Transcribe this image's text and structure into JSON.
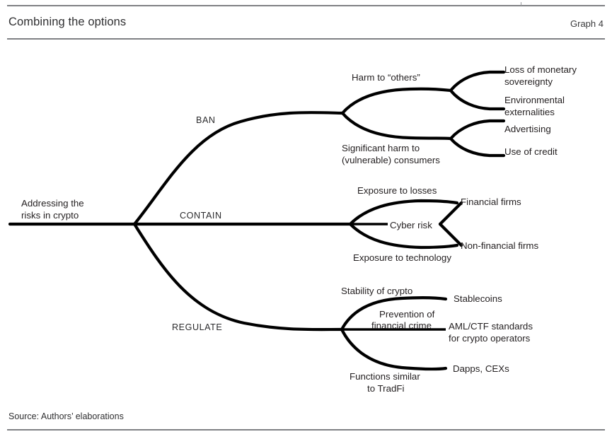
{
  "header": {
    "title": "Combining the options",
    "graph_label": "Graph 4"
  },
  "footer": {
    "source": "Source: Authors’ elaborations"
  },
  "chart_data": {
    "type": "tree",
    "title": "Combining the options",
    "root": "Addressing the risks in crypto",
    "root_lines": [
      "Addressing the",
      "risks in crypto"
    ],
    "branches": [
      {
        "id": "ban",
        "label": "BAN",
        "children": [
          {
            "label": "Harm to “others”",
            "lines": [
              "Harm to “others”"
            ],
            "leaves": [
              {
                "label": "Loss of monetary sovereignty",
                "lines": [
                  "Loss of monetary",
                  "sovereignty"
                ]
              },
              {
                "label": "Environmental externalities",
                "lines": [
                  "Environmental",
                  "externalities"
                ]
              }
            ]
          },
          {
            "label": "Significant harm to (vulnerable) consumers",
            "lines": [
              "Significant harm to",
              "(vulnerable) consumers"
            ],
            "leaves": [
              {
                "label": "Advertising",
                "lines": [
                  "Advertising"
                ]
              },
              {
                "label": "Use of credit",
                "lines": [
                  "Use of credit"
                ]
              }
            ]
          }
        ]
      },
      {
        "id": "contain",
        "label": "CONTAIN",
        "children": [
          {
            "label": "Exposure to losses",
            "lines": [
              "Exposure to losses"
            ],
            "leaves": []
          },
          {
            "label": "Cyber risk",
            "lines": [
              "Cyber risk"
            ],
            "leaves": [
              {
                "label": "Financial firms",
                "lines": [
                  "Financial firms"
                ]
              },
              {
                "label": "Non-financial firms",
                "lines": [
                  "Non-financial firms"
                ]
              }
            ]
          },
          {
            "label": "Exposure to technology",
            "lines": [
              "Exposure to technology"
            ],
            "leaves": []
          }
        ]
      },
      {
        "id": "regulate",
        "label": "REGULATE",
        "children": [
          {
            "label": "Stability of crypto",
            "lines": [
              "Stability of crypto"
            ],
            "leaves": [
              {
                "label": "Stablecoins",
                "lines": [
                  "Stablecoins"
                ]
              }
            ]
          },
          {
            "label": "Prevention of financial crime",
            "lines": [
              "Prevention of",
              "financial crime"
            ],
            "leaves": [
              {
                "label": "AML/CTF standards for crypto operators",
                "lines": [
                  "AML/CTF standards",
                  "for crypto operators"
                ]
              }
            ]
          },
          {
            "label": "Functions similar to TradFi",
            "lines": [
              "Functions similar",
              "to TradFi"
            ],
            "leaves": [
              {
                "label": "Dapps, CEXs",
                "lines": [
                  "Dapps, CEXs"
                ]
              }
            ]
          }
        ]
      }
    ]
  },
  "labels": {
    "root_l1": "Addressing the",
    "root_l2": "risks in crypto",
    "ban": "BAN",
    "contain": "CONTAIN",
    "regulate": "REGULATE",
    "harm_others": "Harm to “others”",
    "sig_harm_l1": "Significant harm to",
    "sig_harm_l2": "(vulnerable) consumers",
    "loss_mon_l1": "Loss of monetary",
    "loss_mon_l2": "sovereignty",
    "env_ext_l1": "Environmental",
    "env_ext_l2": "externalities",
    "advertising": "Advertising",
    "use_of_credit": "Use of credit",
    "exposure_losses": "Exposure to losses",
    "cyber_risk": "Cyber risk",
    "exposure_tech": "Exposure to technology",
    "financial_firms": "Financial firms",
    "non_financial_firms": "Non-financial firms",
    "stability_crypto": "Stability of crypto",
    "stablecoins": "Stablecoins",
    "prevention_l1": "Prevention of",
    "prevention_l2": "financial crime",
    "amlctf_l1": "AML/CTF standards",
    "amlctf_l2": "for crypto operators",
    "functions_l1": "Functions similar",
    "functions_l2": "to TradFi",
    "dapps_cexs": "Dapps, CEXs"
  },
  "colors": {
    "line": "#000000",
    "rule": "#7f8084",
    "text": "#231f20"
  }
}
